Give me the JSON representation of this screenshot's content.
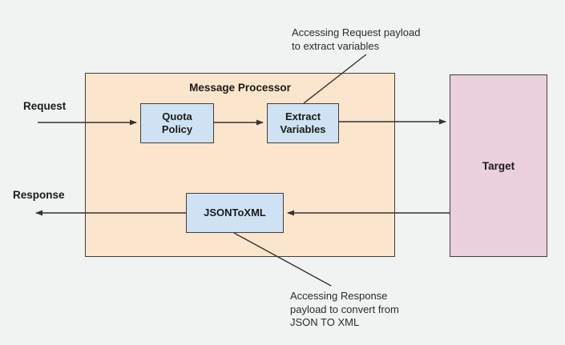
{
  "diagram": {
    "background_color": "#f1f2f2",
    "line_color": "#333333",
    "request_label": "Request",
    "response_label": "Response",
    "message_processor": {
      "title": "Message Processor",
      "fill": "#fce5cd",
      "node_fill": "#cfe2f3",
      "nodes": {
        "quota_policy": "Quota\nPolicy",
        "extract_variables": "Extract\nVariables",
        "json_to_xml": "JSONToXML"
      }
    },
    "target": {
      "label": "Target",
      "fill": "#ead1dc"
    },
    "annotations": {
      "top": "Accessing Request payload\nto extract variables",
      "bottom": "Accessing Response\npayload to convert from\nJSON TO XML"
    }
  }
}
